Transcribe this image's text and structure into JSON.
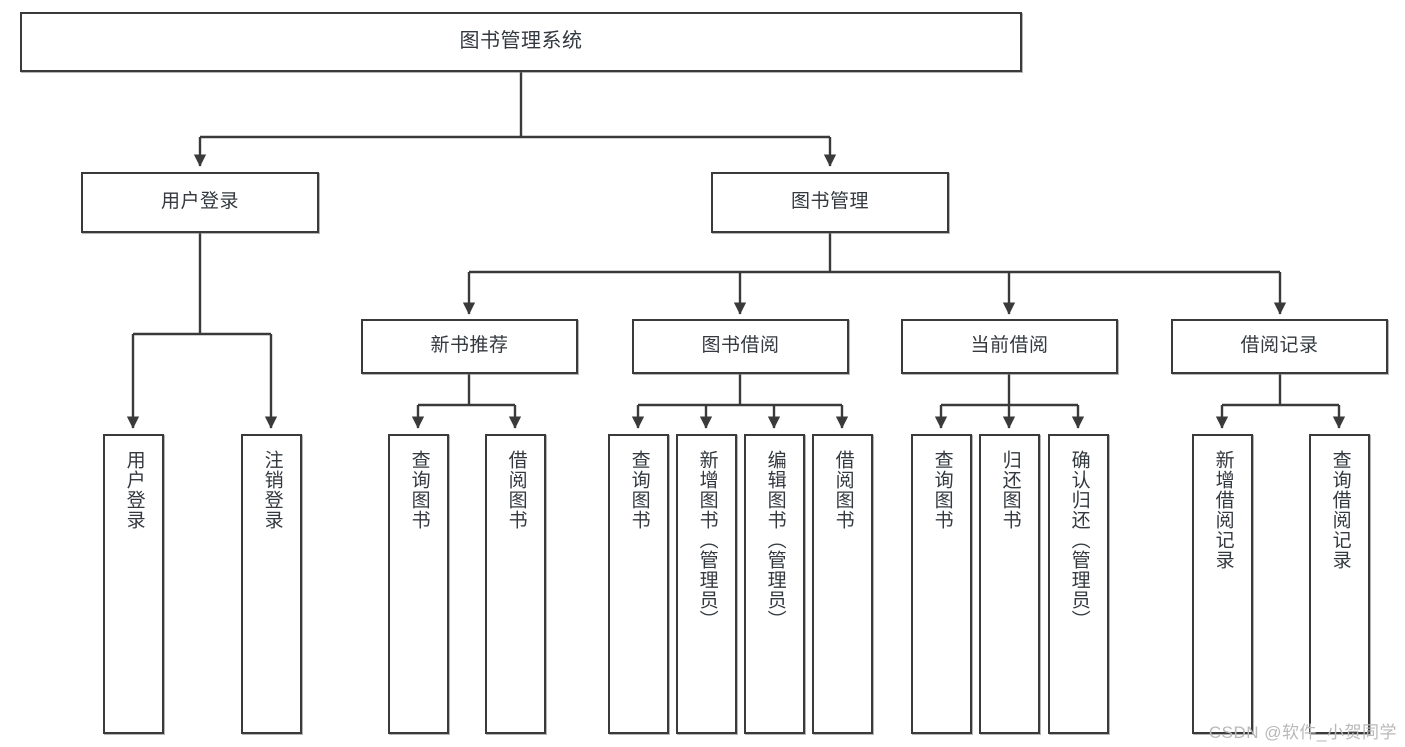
{
  "diagram": {
    "type": "tree",
    "title": "图书管理系统",
    "watermark": "CSDN @软件_小贺同学",
    "colors": {
      "stroke": "#3a3a3a",
      "fill": "#ffffff",
      "text": "#33393f",
      "watermark": "#b9b9b9"
    },
    "nodes": {
      "root": {
        "label": "图书管理系统"
      },
      "level1": [
        {
          "id": "user-login",
          "label": "用户登录"
        },
        {
          "id": "book-management",
          "label": "图书管理"
        }
      ],
      "level2": [
        {
          "id": "new-book-recommend",
          "label": "新书推荐"
        },
        {
          "id": "book-borrow",
          "label": "图书借阅"
        },
        {
          "id": "current-borrow",
          "label": "当前借阅"
        },
        {
          "id": "borrow-record",
          "label": "借阅记录"
        }
      ],
      "leaves": {
        "user-login": [
          {
            "id": "leaf-user-login",
            "label": "用户登录"
          },
          {
            "id": "leaf-logout-login",
            "label": "注销登录"
          }
        ],
        "new-book-recommend": [
          {
            "id": "leaf-query-book-1",
            "label": "查询图书"
          },
          {
            "id": "leaf-borrow-book-1",
            "label": "借阅图书"
          }
        ],
        "book-borrow": [
          {
            "id": "leaf-query-book-2",
            "label": "查询图书"
          },
          {
            "id": "leaf-add-book",
            "label": "新增图书（管理员）"
          },
          {
            "id": "leaf-edit-book",
            "label": "编辑图书（管理员）"
          },
          {
            "id": "leaf-borrow-book-2",
            "label": "借阅图书"
          }
        ],
        "current-borrow": [
          {
            "id": "leaf-query-book-3",
            "label": "查询图书"
          },
          {
            "id": "leaf-return-book",
            "label": "归还图书"
          },
          {
            "id": "leaf-confirm-return",
            "label": "确认归还（管理员）"
          }
        ],
        "borrow-record": [
          {
            "id": "leaf-add-record",
            "label": "新增借阅记录"
          },
          {
            "id": "leaf-query-record",
            "label": "查询借阅记录"
          }
        ]
      }
    },
    "edges": [
      {
        "from": "root",
        "to": "user-login"
      },
      {
        "from": "root",
        "to": "book-management"
      },
      {
        "from": "user-login",
        "to": "leaf-user-login"
      },
      {
        "from": "user-login",
        "to": "leaf-logout-login"
      },
      {
        "from": "book-management",
        "to": "new-book-recommend"
      },
      {
        "from": "book-management",
        "to": "book-borrow"
      },
      {
        "from": "book-management",
        "to": "current-borrow"
      },
      {
        "from": "book-management",
        "to": "borrow-record"
      },
      {
        "from": "new-book-recommend",
        "to": "leaf-query-book-1"
      },
      {
        "from": "new-book-recommend",
        "to": "leaf-borrow-book-1"
      },
      {
        "from": "book-borrow",
        "to": "leaf-query-book-2"
      },
      {
        "from": "book-borrow",
        "to": "leaf-add-book"
      },
      {
        "from": "book-borrow",
        "to": "leaf-edit-book"
      },
      {
        "from": "book-borrow",
        "to": "leaf-borrow-book-2"
      },
      {
        "from": "current-borrow",
        "to": "leaf-query-book-3"
      },
      {
        "from": "current-borrow",
        "to": "leaf-return-book"
      },
      {
        "from": "current-borrow",
        "to": "leaf-confirm-return"
      },
      {
        "from": "borrow-record",
        "to": "leaf-add-record"
      },
      {
        "from": "borrow-record",
        "to": "leaf-query-record"
      }
    ]
  }
}
